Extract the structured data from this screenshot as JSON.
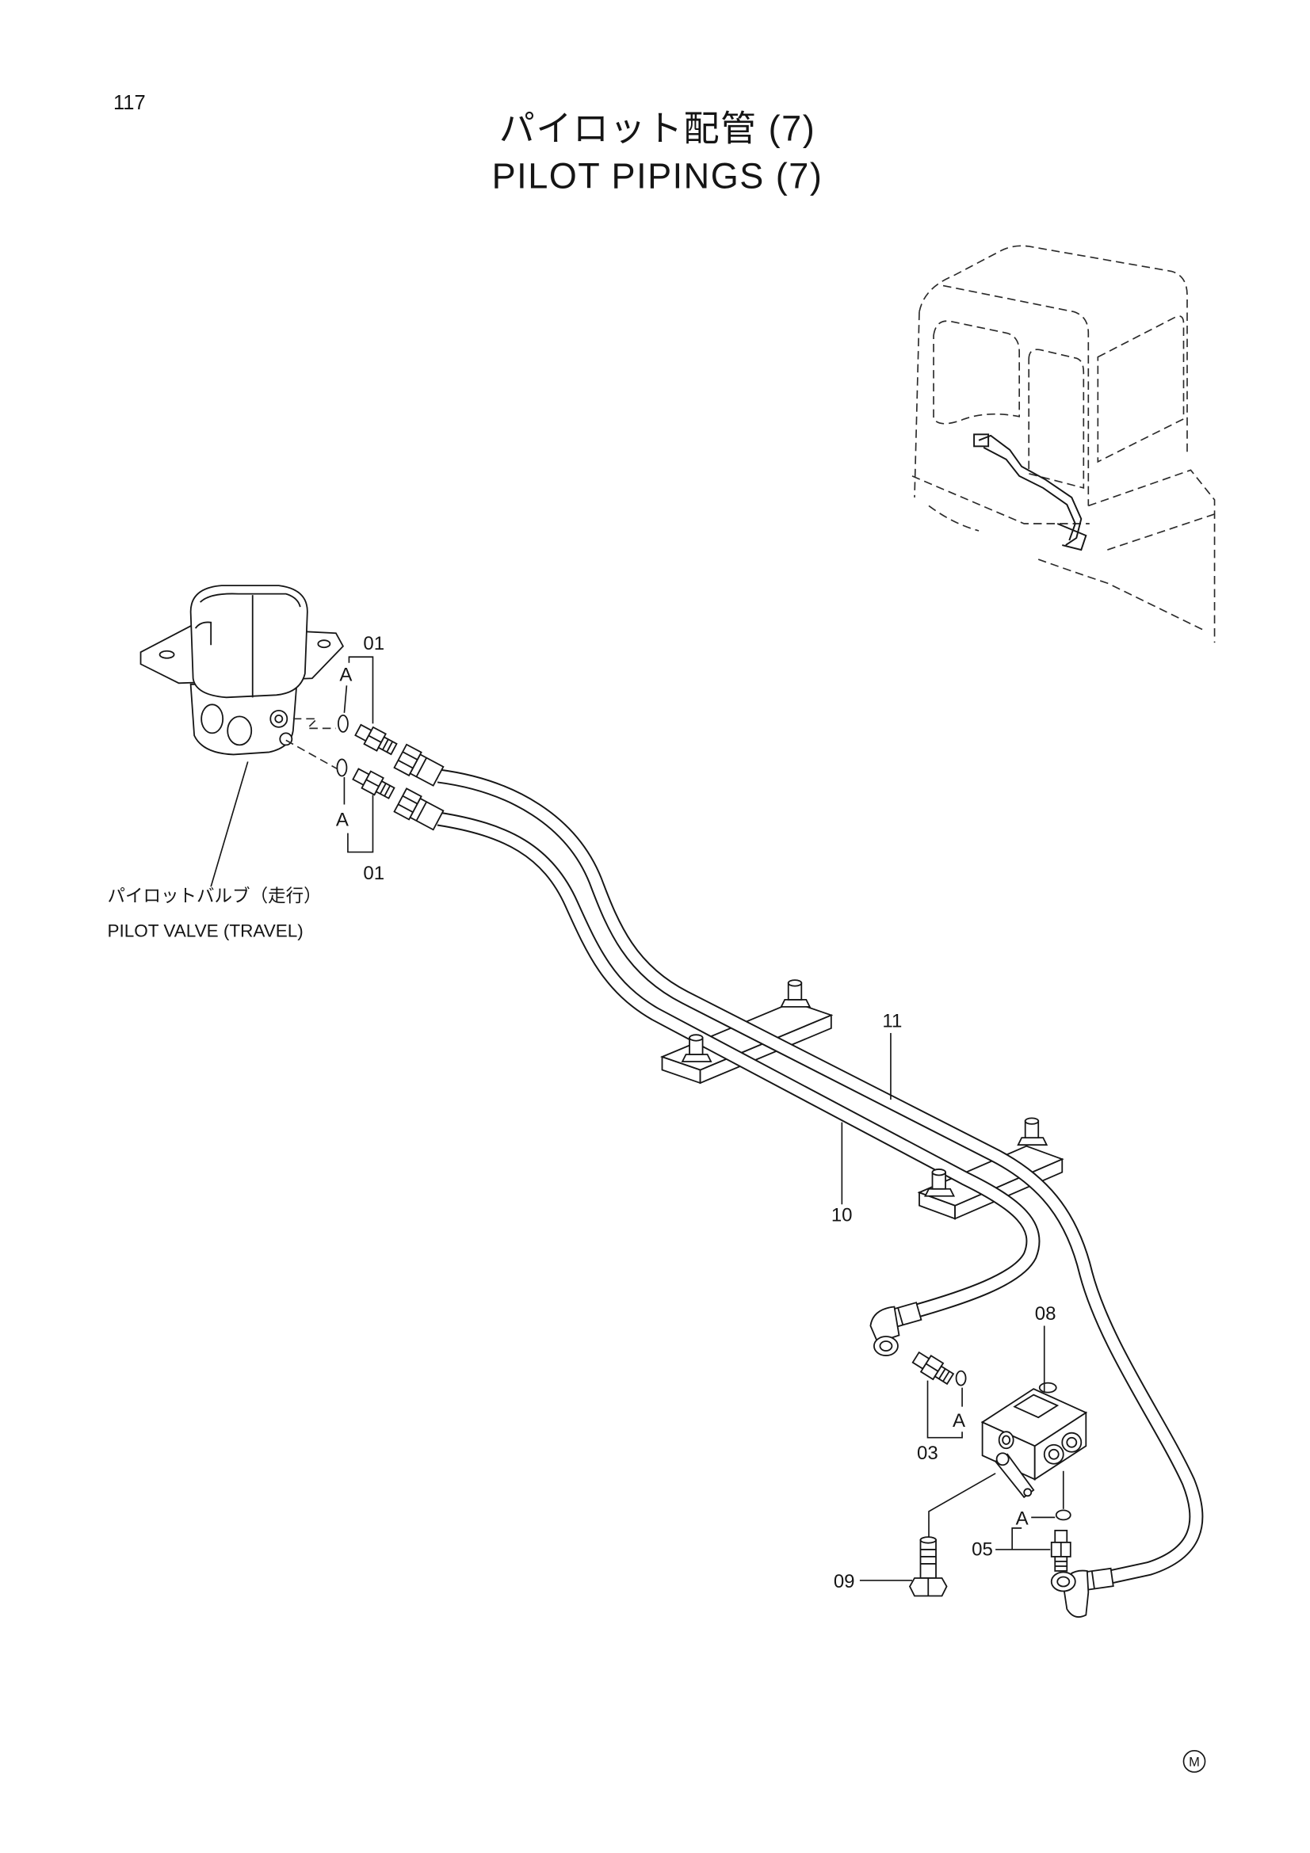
{
  "page_number": "117",
  "title": {
    "japanese": "パイロット配管 (7)",
    "english": "PILOT PIPINGS (7)"
  },
  "pilot_valve_label": {
    "japanese": "パイロットバルブ（走行）",
    "english": "PILOT VALVE (TRAVEL)"
  },
  "callouts": {
    "fitting_top": "01",
    "fitting_top_oring": "A",
    "fitting_bottom_oring": "A",
    "fitting_bottom": "01",
    "hose_upper": "11",
    "hose_lower": "10",
    "valve_block": "08",
    "adapter_oring": "A",
    "adapter": "03",
    "port_oring": "A",
    "port_adapter": "05",
    "bolt": "09"
  },
  "mark": "M"
}
